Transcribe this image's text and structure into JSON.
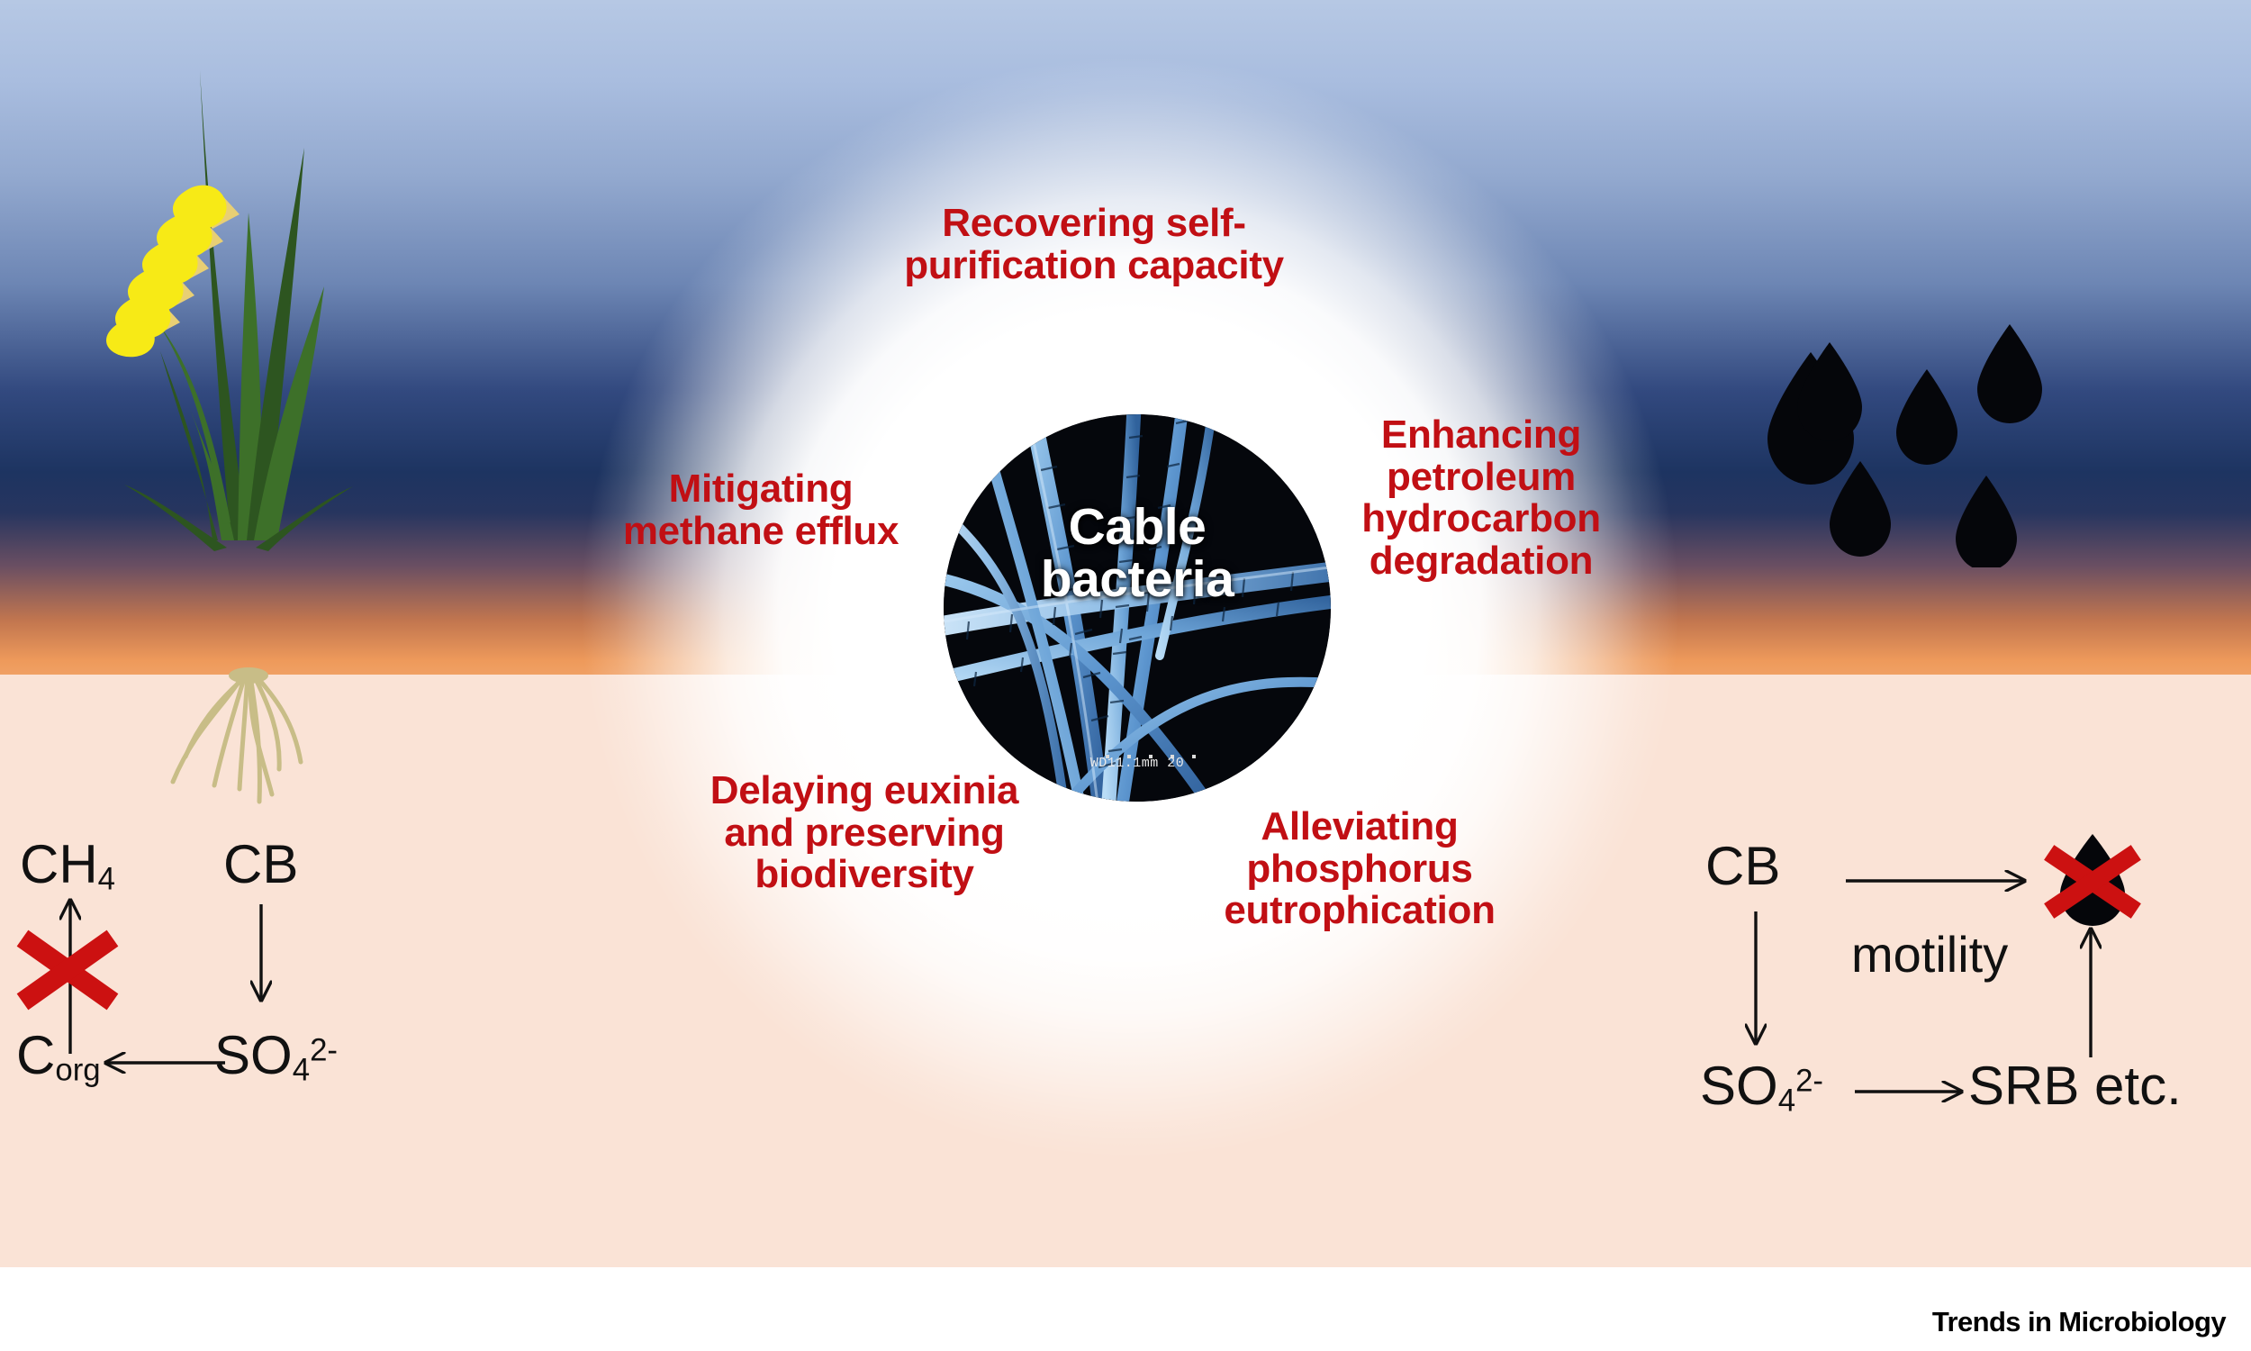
{
  "figure": {
    "type": "graphical-abstract",
    "journal_credit": "Trends in Microbiology"
  },
  "center": {
    "organism_label_line1": "Cable",
    "organism_label_line2": "bacteria",
    "micrograph_scale_text": "WD11.1mm 20"
  },
  "callouts": [
    {
      "id": "recovering-self-purification",
      "text": "Recovering self-purification capacity"
    },
    {
      "id": "mitigating-methane-efflux",
      "text": "Mitigating methane efflux"
    },
    {
      "id": "enhancing-petroleum-degradation",
      "text": "Enhancing petroleum hydrocarbon degradation"
    },
    {
      "id": "delaying-euxinia",
      "text": "Delaying euxinia and preserving biodiversity"
    },
    {
      "id": "alleviating-phosphorus",
      "text": "Alleviating phosphorus eutrophication"
    }
  ],
  "diagram_left": {
    "title": "methane suppression pathway",
    "methane": "CH",
    "methane_sub": "4",
    "cable_bacteria": "CB",
    "sulfate": "SO",
    "sulfate_sub": "4",
    "sulfate_sup": "2-",
    "organic_carbon": "C",
    "organic_carbon_sub": "org",
    "blocked_marker": "red-x"
  },
  "diagram_right": {
    "title": "petroleum degradation pathway",
    "cable_bacteria": "CB",
    "motility": "motility",
    "sulfate": "SO",
    "sulfate_sub": "4",
    "sulfate_sup": "2-",
    "sulfate_reducers": "SRB etc.",
    "oil_marker": "oil-droplet-crossed"
  },
  "environment": {
    "water_column": "water",
    "sediment": "sediment",
    "plant": "marsh-plant",
    "oil_droplet_count": 5
  },
  "colors": {
    "callout_red": "#c10f14",
    "cross_red": "#cc1111",
    "water_top": "#b6c8e4",
    "water_deep": "#1d3461",
    "oxic_band": "#ee9a5b",
    "sediment": "#fae3d6",
    "leaf_dark": "#2d5520",
    "leaf_mid": "#3d7029",
    "flower_yellow": "#f7ea16",
    "flower_shade": "#e8cf74",
    "root": "#c8bd87",
    "filament_blue": "#7fb4e0",
    "micrograph_bg": "#05070c"
  }
}
